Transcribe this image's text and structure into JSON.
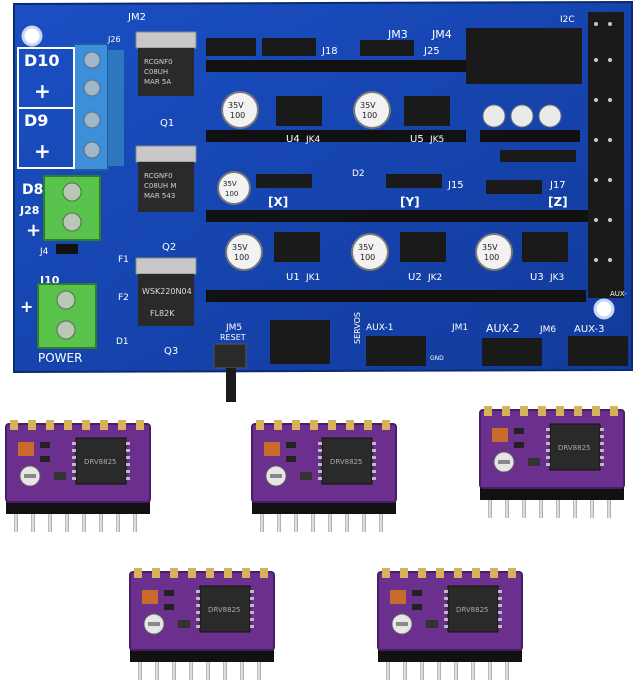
{
  "board": {
    "left_labels": {
      "d10": "D10",
      "d9": "D9",
      "d8": "D8",
      "j28": "J28",
      "j10": "J10",
      "power": "POWER",
      "plus": "+"
    },
    "silk": {
      "jm2": "JM2",
      "j18": "J18",
      "jm3": "JM3",
      "j25": "J25",
      "jm4": "JM4",
      "i2c": "I2C",
      "j26": "J26",
      "j17": "J17",
      "j15": "J15",
      "jm5": "JM5",
      "reset": "RESET",
      "servos": "SERVOS",
      "aux1": "AUX-1",
      "aux2": "AUX-2",
      "aux3": "AUX-3",
      "jm1": "JM1",
      "jm6": "JM6",
      "axis_x": "[X]",
      "axis_y": "[Y]",
      "axis_z": "[Z]",
      "q1": "Q1",
      "q2": "Q2",
      "q3": "Q3",
      "f1": "F1",
      "f2": "F2",
      "d1": "D1",
      "d2": "D2",
      "j4": "J4",
      "u1": "U1",
      "u2": "U2",
      "u3": "U3",
      "u4": "U4",
      "u5": "U5",
      "jk1": "JK1",
      "jk2": "JK2",
      "jk3": "JK3",
      "jk4": "JK4",
      "jk5": "JK5",
      "gnd": "GND",
      "aux": "AUX-"
    },
    "mosfets": [
      {
        "line1": "RCGNF0",
        "line2": "C08UH",
        "line3": "MAR 5A"
      },
      {
        "line1": "RCGNF0",
        "line2": "C08UH M",
        "line3": "MAR 543"
      },
      {
        "line1": "WSK220N04",
        "line2": "FL82K",
        "line3": ""
      }
    ],
    "caps": [
      {
        "v": "35V",
        "uf": "100"
      },
      {
        "v": "35V",
        "uf": "100"
      },
      {
        "v": "35V",
        "uf": "100"
      },
      {
        "v": "35V",
        "uf": "100"
      },
      {
        "v": "35V",
        "uf": "100"
      },
      {
        "v": "35V",
        "uf": "100"
      }
    ]
  },
  "drivers": {
    "count": 5,
    "chip": "DRV8825"
  },
  "colors": {
    "pcb": "#1745b8",
    "pcb_dark": "#0f2f86",
    "terminal_blue": "#3c8fd8",
    "terminal_green": "#58c24a",
    "driver_purple": "#6b2f8e",
    "header": "#111111",
    "pin": "#d9d9d9"
  }
}
